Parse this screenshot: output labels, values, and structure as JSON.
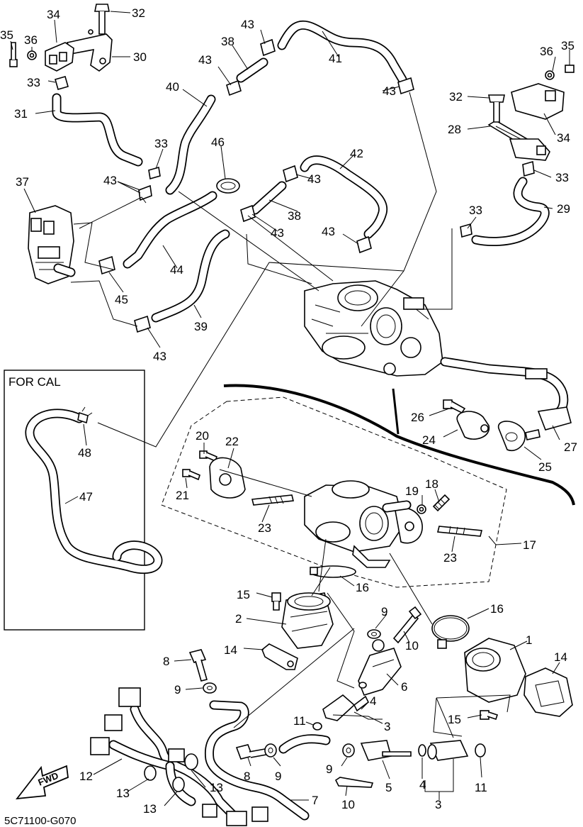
{
  "diagram": {
    "box_title": "FOR CAL",
    "drawing_code": "5C71100-G070",
    "fwd_label": "FWD",
    "callouts": [
      {
        "id": "c35a",
        "text": "35"
      },
      {
        "id": "c36a",
        "text": "36"
      },
      {
        "id": "c34a",
        "text": "34"
      },
      {
        "id": "c32a",
        "text": "32"
      },
      {
        "id": "c30",
        "text": "30"
      },
      {
        "id": "c33a",
        "text": "33"
      },
      {
        "id": "c31",
        "text": "31"
      },
      {
        "id": "c40",
        "text": "40"
      },
      {
        "id": "c33b",
        "text": "33"
      },
      {
        "id": "c43a",
        "text": "43"
      },
      {
        "id": "c38a",
        "text": "38"
      },
      {
        "id": "c43b",
        "text": "43"
      },
      {
        "id": "c41",
        "text": "41"
      },
      {
        "id": "c43c",
        "text": "43"
      },
      {
        "id": "c36b",
        "text": "36"
      },
      {
        "id": "c35b",
        "text": "35"
      },
      {
        "id": "c32b",
        "text": "32"
      },
      {
        "id": "c28",
        "text": "28"
      },
      {
        "id": "c34b",
        "text": "34"
      },
      {
        "id": "c46",
        "text": "46"
      },
      {
        "id": "c42",
        "text": "42"
      },
      {
        "id": "c33c",
        "text": "33"
      },
      {
        "id": "c37",
        "text": "37"
      },
      {
        "id": "c43d",
        "text": "43"
      },
      {
        "id": "c43e",
        "text": "43"
      },
      {
        "id": "c38b",
        "text": "38"
      },
      {
        "id": "c43f",
        "text": "43"
      },
      {
        "id": "c43g",
        "text": "43"
      },
      {
        "id": "c33d",
        "text": "33"
      },
      {
        "id": "c29",
        "text": "29"
      },
      {
        "id": "c44",
        "text": "44"
      },
      {
        "id": "c45",
        "text": "45"
      },
      {
        "id": "c39",
        "text": "39"
      },
      {
        "id": "c43h",
        "text": "43"
      },
      {
        "id": "c26",
        "text": "26"
      },
      {
        "id": "c24",
        "text": "24"
      },
      {
        "id": "c27",
        "text": "27"
      },
      {
        "id": "c25",
        "text": "25"
      },
      {
        "id": "c48",
        "text": "48"
      },
      {
        "id": "c47",
        "text": "47"
      },
      {
        "id": "c20",
        "text": "20"
      },
      {
        "id": "c22",
        "text": "22"
      },
      {
        "id": "c21",
        "text": "21"
      },
      {
        "id": "c23a",
        "text": "23"
      },
      {
        "id": "c19",
        "text": "19"
      },
      {
        "id": "c18",
        "text": "18"
      },
      {
        "id": "c23b",
        "text": "23"
      },
      {
        "id": "c17",
        "text": "17"
      },
      {
        "id": "c16a",
        "text": "16"
      },
      {
        "id": "c15a",
        "text": "15"
      },
      {
        "id": "c2",
        "text": "2"
      },
      {
        "id": "c9a",
        "text": "9"
      },
      {
        "id": "c10a",
        "text": "10"
      },
      {
        "id": "c16b",
        "text": "16"
      },
      {
        "id": "c1",
        "text": "1"
      },
      {
        "id": "c14a",
        "text": "14"
      },
      {
        "id": "c14b",
        "text": "14"
      },
      {
        "id": "c8a",
        "text": "8"
      },
      {
        "id": "c6",
        "text": "6"
      },
      {
        "id": "c9b",
        "text": "9"
      },
      {
        "id": "c4a",
        "text": "4"
      },
      {
        "id": "c15b",
        "text": "15"
      },
      {
        "id": "c11a",
        "text": "11"
      },
      {
        "id": "c3a",
        "text": "3"
      },
      {
        "id": "c12",
        "text": "12"
      },
      {
        "id": "c8b",
        "text": "8"
      },
      {
        "id": "c9c",
        "text": "9"
      },
      {
        "id": "c9d",
        "text": "9"
      },
      {
        "id": "c5",
        "text": "5"
      },
      {
        "id": "c4b",
        "text": "4"
      },
      {
        "id": "c11b",
        "text": "11"
      },
      {
        "id": "c13a",
        "text": "13"
      },
      {
        "id": "c13b",
        "text": "13"
      },
      {
        "id": "c13c",
        "text": "13"
      },
      {
        "id": "c7",
        "text": "7"
      },
      {
        "id": "c10b",
        "text": "10"
      },
      {
        "id": "c3b",
        "text": "3"
      }
    ]
  }
}
